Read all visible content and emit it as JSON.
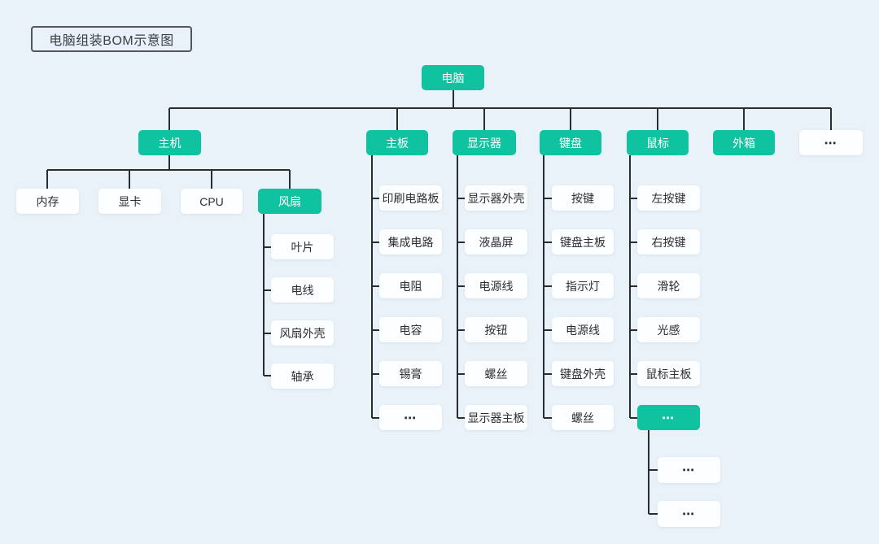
{
  "title": "电脑组装BOM示意图",
  "colors": {
    "background": "#e9f1f9",
    "accent": "#10c3a0",
    "line": "#2a2d30",
    "node_fill": "#fcfeff",
    "text": "#2b2e33"
  },
  "nodes": {
    "computer": "电脑",
    "host": "主机",
    "motherboard": "主板",
    "monitor": "显示器",
    "keyboard": "键盘",
    "mouse": "鼠标",
    "outer_box": "外箱",
    "more_top": "⋯",
    "memory": "内存",
    "gpu": "显卡",
    "cpu": "CPU",
    "fan": "风扇",
    "fan_blade": "叶片",
    "wire": "电线",
    "fan_case": "风扇外壳",
    "bearing": "轴承",
    "pcb": "印刷电路板",
    "ic": "集成电路",
    "resistor": "电阻",
    "capacitor": "电容",
    "solder_paste": "锡膏",
    "motherboard_more": "⋯",
    "monitor_case": "显示器外壳",
    "lcd": "液晶屏",
    "monitor_power_cord": "电源线",
    "button": "按钮",
    "monitor_screws": "螺丝",
    "monitor_board": "显示器主板",
    "keys": "按键",
    "keyboard_board": "键盘主板",
    "indicator_light": "指示灯",
    "keyboard_power_cord": "电源线",
    "keyboard_case": "键盘外壳",
    "keyboard_screws": "螺丝",
    "left_button": "左按键",
    "right_button": "右按键",
    "scroll_wheel": "滑轮",
    "light_sensor": "光感",
    "mouse_board": "鼠标主板",
    "mouse_more": "⋯",
    "mouse_more_child1": "⋯",
    "mouse_more_child2": "⋯"
  }
}
